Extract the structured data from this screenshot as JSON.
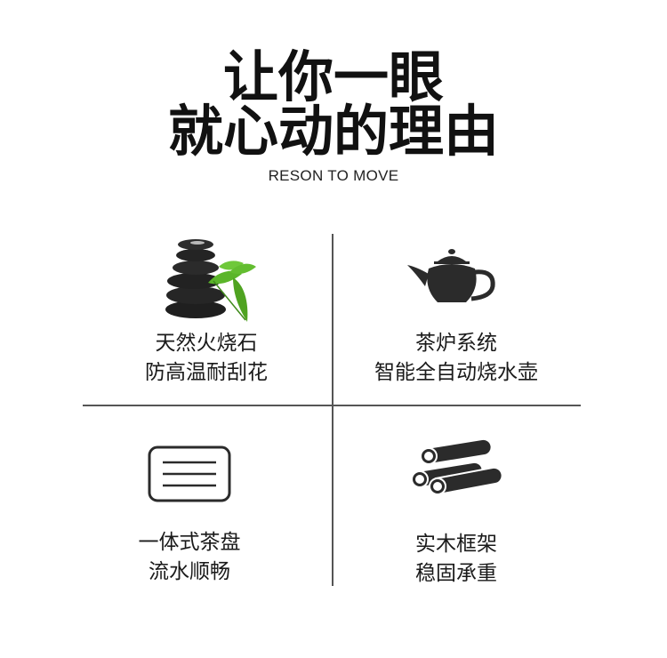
{
  "heading": {
    "line1": "让你一眼",
    "line2": "就心动的理由",
    "subtitle": "RESON TO MOVE"
  },
  "features": [
    {
      "line1": "天然火烧石",
      "line2": "防高温耐刮花",
      "icon": "stones-leaf-icon"
    },
    {
      "line1": "茶炉系统",
      "line2": "智能全自动烧水壶",
      "icon": "teapot-icon"
    },
    {
      "line1": "一体式茶盘",
      "line2": "流水顺畅",
      "icon": "tea-tray-icon"
    },
    {
      "line1": "实木框架",
      "line2": "稳固承重",
      "icon": "wood-logs-icon"
    }
  ],
  "colors": {
    "text": "#1a1a1a",
    "divider": "#555555",
    "icon_dark": "#2b2b2b",
    "leaf_green": "#5bb52a"
  }
}
